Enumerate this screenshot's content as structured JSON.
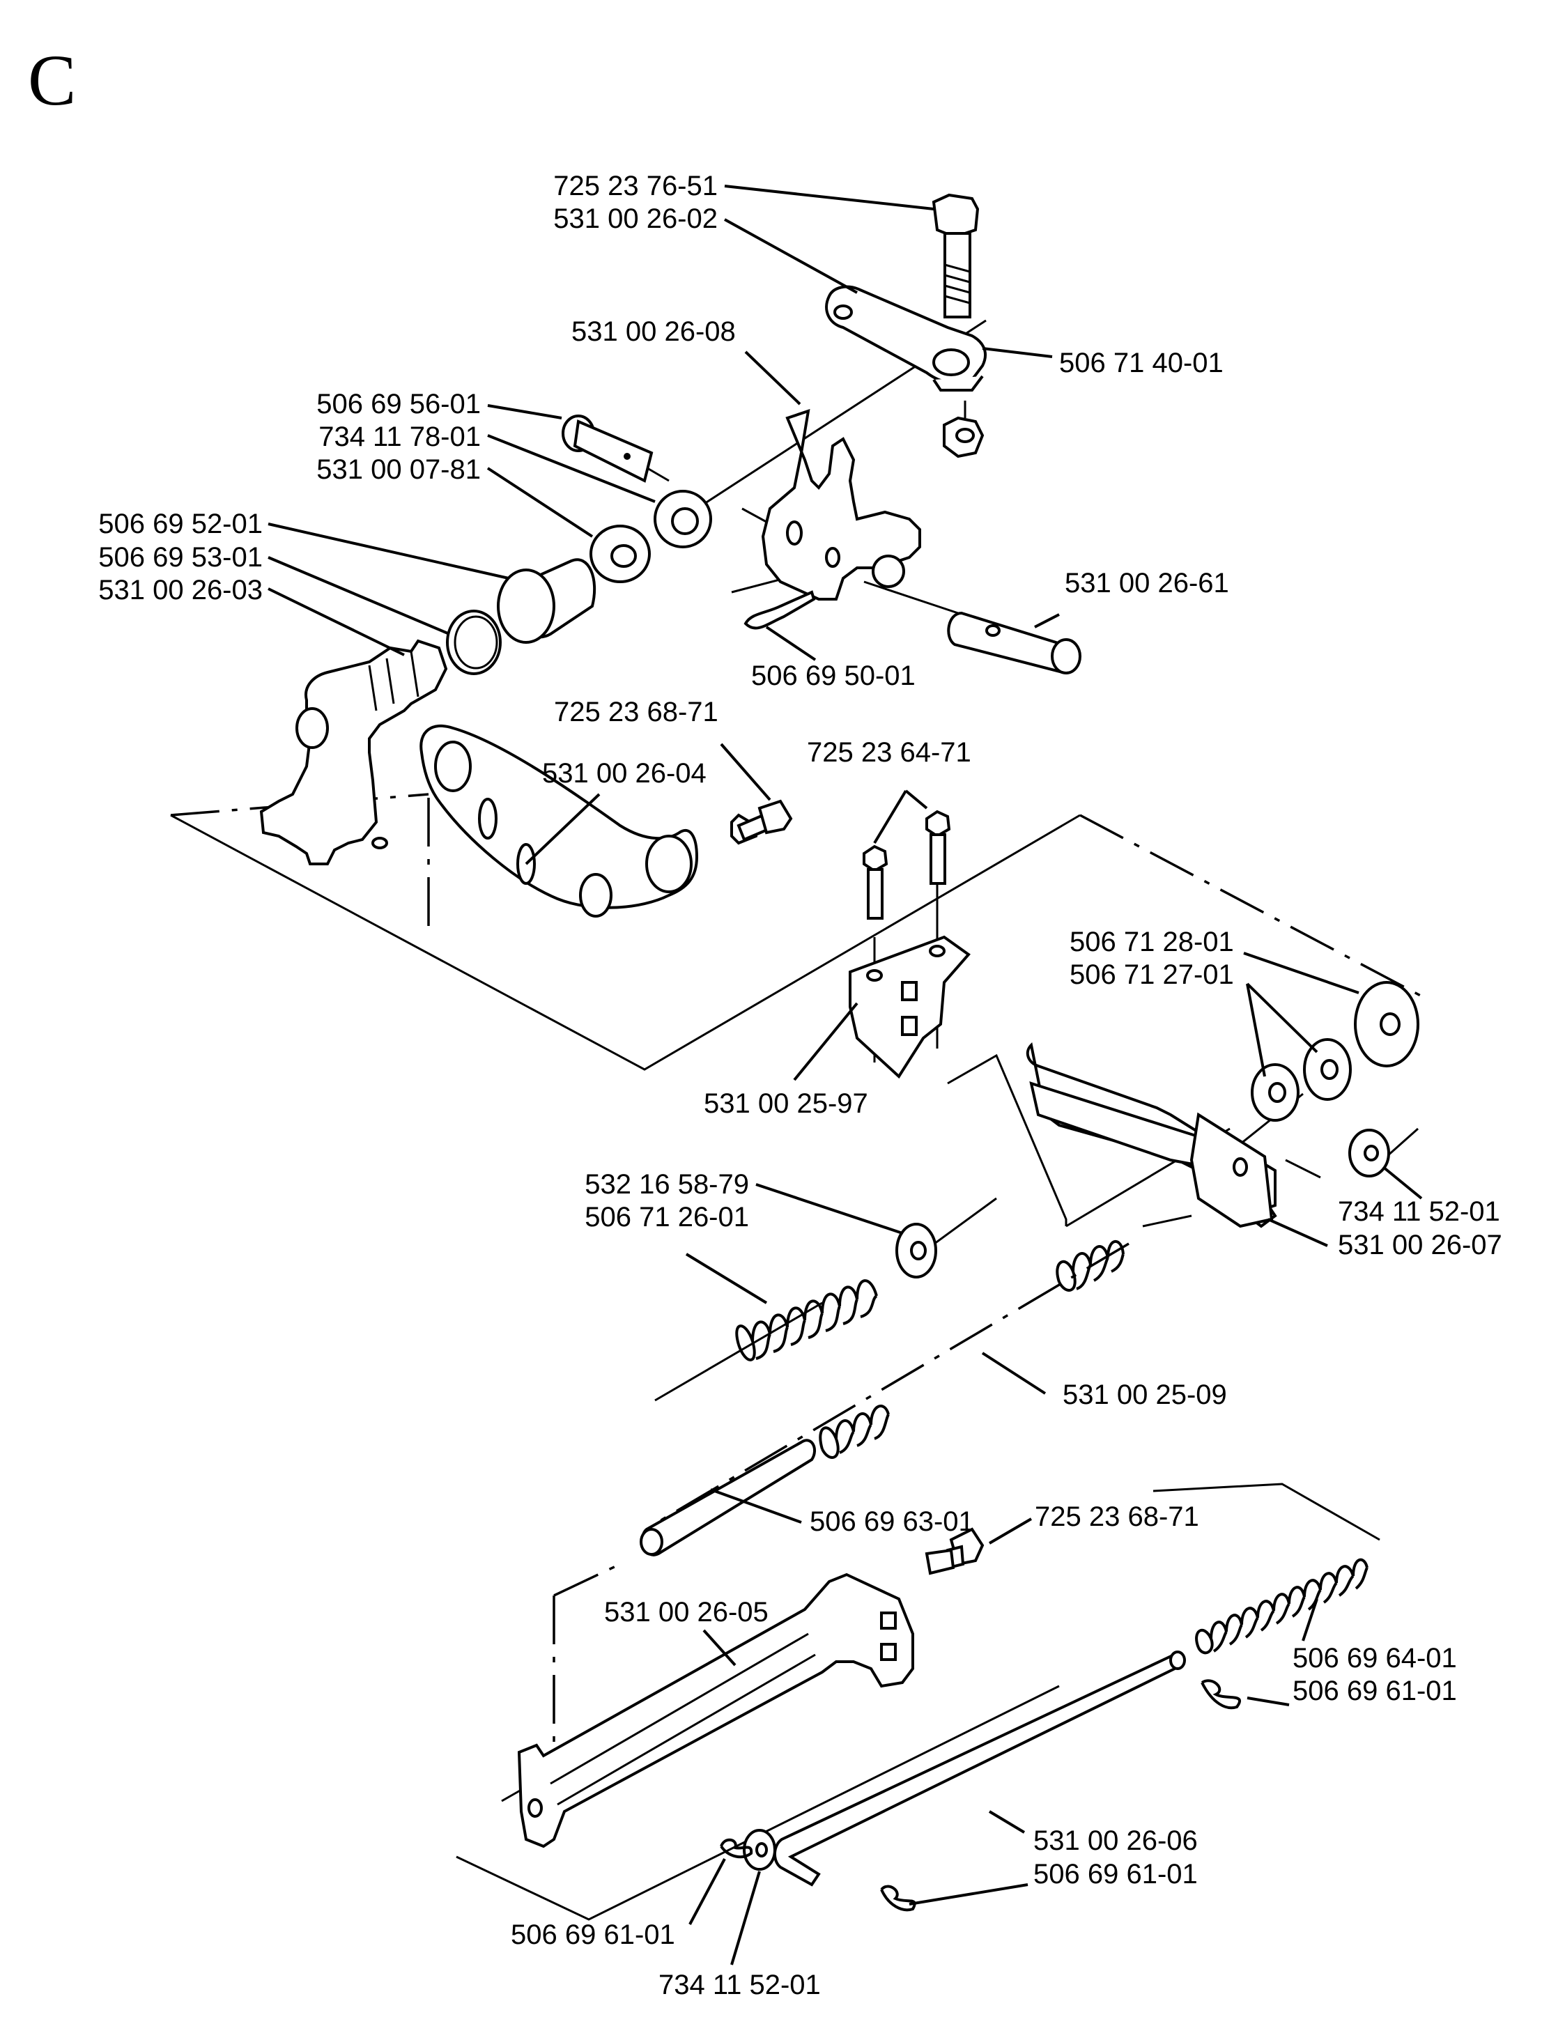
{
  "section": "C",
  "labels": [
    "725 23 76-51",
    "531 00 26-02",
    "506 71 40-01",
    "531 00 26-08",
    "506 69 56-01",
    "734 11 78-01",
    "531 00 07-81",
    "506 69 52-01",
    "506 69 53-01",
    "531 00 26-03",
    "531 00 26-61",
    "506 69 50-01",
    "725 23 68-71",
    "531 00 26-04",
    "725 23 64-71",
    "506 71 28-01",
    "506 71 27-01",
    "531 00 25-97",
    "532 16 58-79",
    "506 71 26-01",
    "734 11 52-01",
    "531 00 26-07",
    "531 00 25-09",
    "506 69 63-01",
    "725 23 68-71",
    "531 00 26-05",
    "506 69 64-01",
    "506 69 61-01",
    "531 00 26-06",
    "506 69 61-01",
    "506 69 61-01",
    "734 11 52-01"
  ]
}
